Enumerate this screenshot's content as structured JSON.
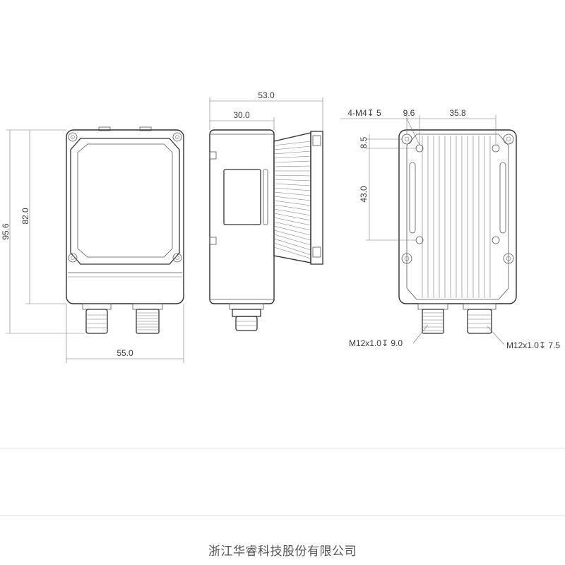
{
  "drawing": {
    "front_view": {
      "width_label": "55.0",
      "height_label": "82.0",
      "total_height_label": "95.6"
    },
    "side_view": {
      "total_depth_label": "53.0",
      "body_depth_label": "30.0"
    },
    "back_view": {
      "hole_spec": "4-M4↧ 5",
      "offset_x_label": "9.6",
      "spacing_x_label": "35.8",
      "offset_y_label": "8.5",
      "spacing_y_label": "43.0",
      "connector_left_spec": "M12x1.0↧ 9.0",
      "connector_right_spec": "M12x1.0↧ 7.5"
    }
  },
  "footer": {
    "company": "浙江华睿科技股份有限公司"
  }
}
